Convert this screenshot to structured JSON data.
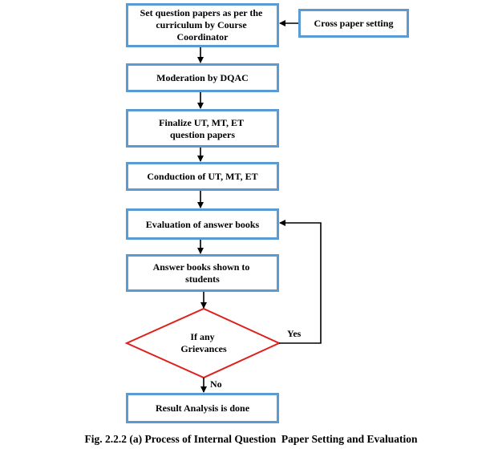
{
  "nodes": {
    "set_papers": [
      "Set question papers as per the",
      "curriculum by Course",
      "Coordinator"
    ],
    "cross_paper": [
      "Cross paper setting"
    ],
    "moderation": [
      "Moderation by DQAC"
    ],
    "finalize": [
      "Finalize UT, MT, ET",
      "question papers"
    ],
    "conduction": [
      "Conduction of UT, MT, ET"
    ],
    "evaluation": [
      "Evaluation of answer books"
    ],
    "shown": [
      "Answer books shown to",
      "students"
    ],
    "grievance": [
      "If any",
      "Grievances"
    ],
    "result": [
      "Result Analysis is done"
    ]
  },
  "edges": {
    "yes_label": "Yes",
    "no_label": "No"
  },
  "caption": "Fig. 2.2.2 (a) Process of Internal Question  Paper Setting and Evaluation",
  "colors": {
    "box_fill": "#5B9BD5",
    "box_inner": "#ffffff",
    "diamond_stroke": "#E0201B",
    "arrow": "#000000"
  }
}
